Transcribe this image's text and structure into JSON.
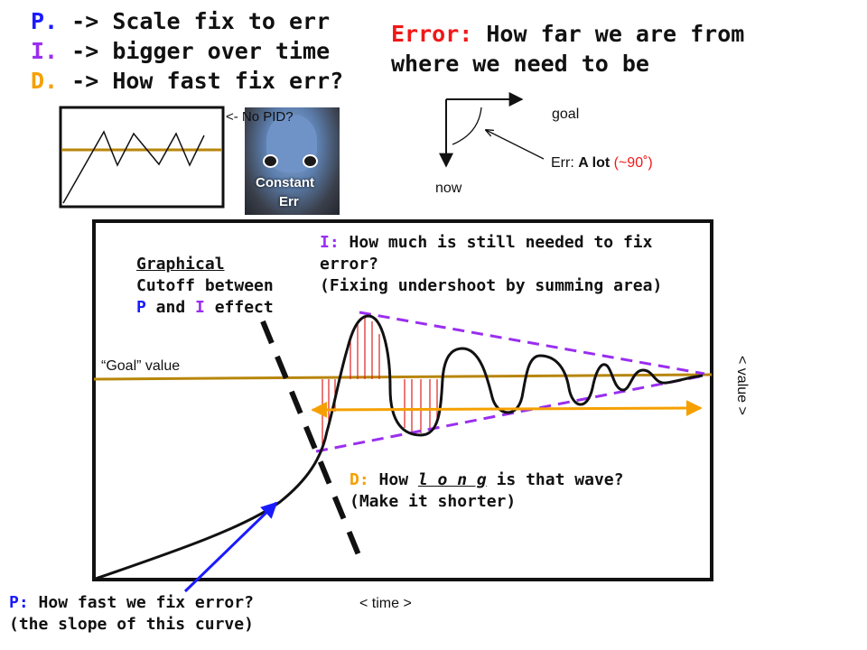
{
  "pid_legend": [
    {
      "letter": "P.",
      "text": " -> Scale fix to err",
      "color": "#1a1aff"
    },
    {
      "letter": "I.",
      "text": " -> bigger over time",
      "color": "#9a2ef0"
    },
    {
      "letter": "D.",
      "text": " -> How fast fix err?",
      "color": "#f5a000"
    }
  ],
  "error_def": {
    "label": "Error:",
    "line1": " How far we are from",
    "line2": "where we need to be"
  },
  "no_pid": {
    "arrow_text": "<- No PID?",
    "meme_caption_1": "Constant",
    "meme_caption_2": "Err"
  },
  "orientation_diagram": {
    "goal": "goal",
    "now": "now",
    "err_prefix": "Err: ",
    "err_bold": "A lot",
    "err_value": " (~90˚)"
  },
  "main_graph": {
    "goal_label": "“Goal” value",
    "x_axis_label": "< time >",
    "y_axis_label": "< value >",
    "cutoff": {
      "line1": "Graphical",
      "line2": "Cutoff between",
      "line3_a": "P",
      "line3_b": " and ",
      "line3_c": "I",
      "line3_d": " effect"
    },
    "i_note": {
      "label": "I:",
      "line1": " How much is still needed to fix",
      "line2": "error?",
      "line3": "(Fixing undershoot by summing area)"
    },
    "d_note": {
      "label": "D:",
      "line1_a": " How ",
      "line1_b": "l o n g",
      "line1_c": " is that wave?",
      "line2": "(Make it shorter)"
    },
    "p_note": {
      "label": "P:",
      "line1": " How fast we fix error?",
      "line2": "(the slope of this curve)"
    }
  },
  "colors": {
    "p": "#1a1aff",
    "i": "#9a2ef0",
    "d": "#f5a000",
    "error": "#f01818",
    "goal_line": "#b8860b",
    "envelope": "#9a2ef0",
    "area_hatch": "#e02020"
  }
}
